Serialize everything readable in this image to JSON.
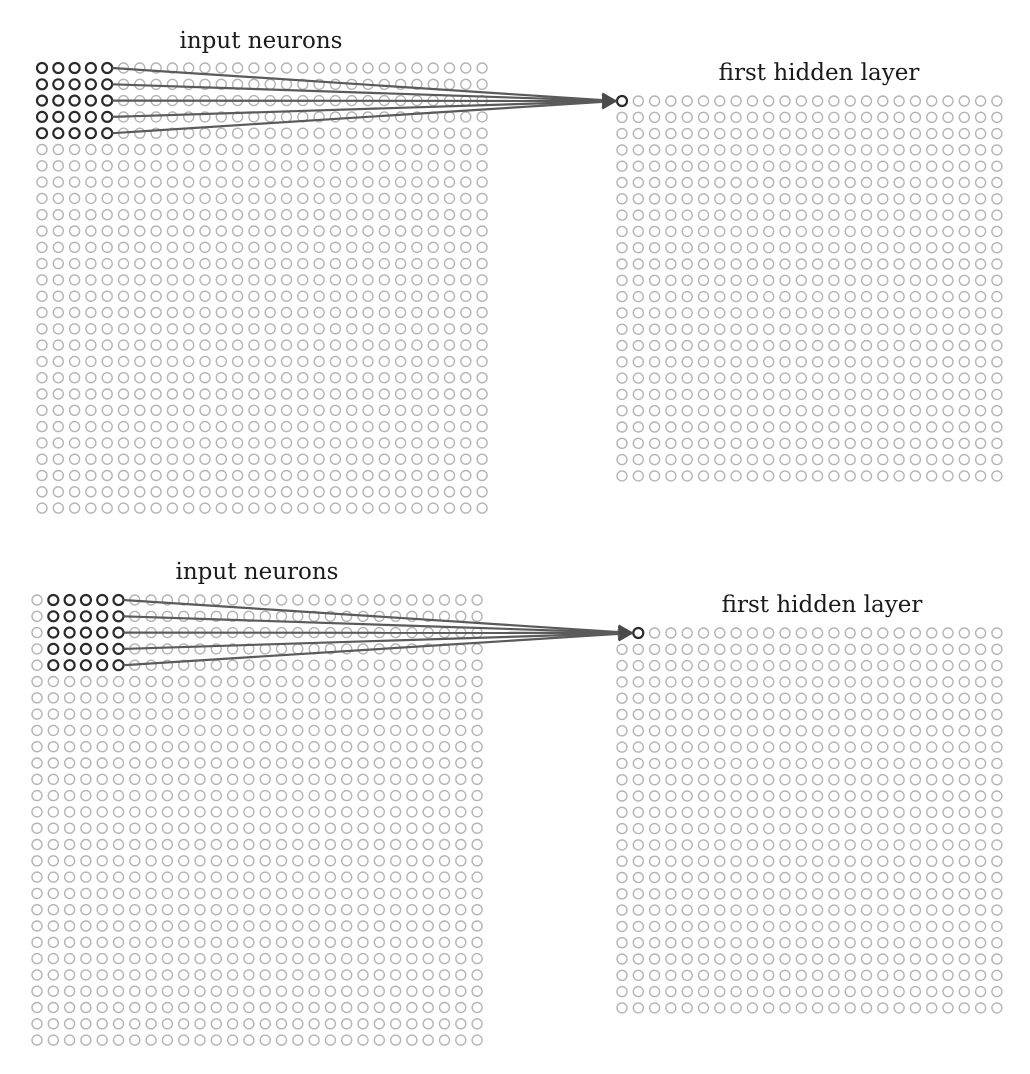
{
  "diagram": {
    "panels": [
      {
        "input_label": "input neurons",
        "hidden_label": "first hidden layer",
        "input_grid": {
          "rows": 28,
          "cols": 28
        },
        "hidden_grid": {
          "rows": 24,
          "cols": 24
        },
        "receptive_field": {
          "row": 0,
          "col": 0,
          "size": 5
        },
        "target_neuron": {
          "row": 0,
          "col": 0
        }
      },
      {
        "input_label": "input neurons",
        "hidden_label": "first hidden layer",
        "input_grid": {
          "rows": 28,
          "cols": 28
        },
        "hidden_grid": {
          "rows": 24,
          "cols": 24
        },
        "receptive_field": {
          "row": 0,
          "col": 1,
          "size": 5
        },
        "target_neuron": {
          "row": 0,
          "col": 1
        }
      }
    ],
    "colors": {
      "inactive_neuron": "#b4b4b4",
      "active_neuron": "#2a2a2a",
      "connection": "#5a5a5a"
    }
  }
}
